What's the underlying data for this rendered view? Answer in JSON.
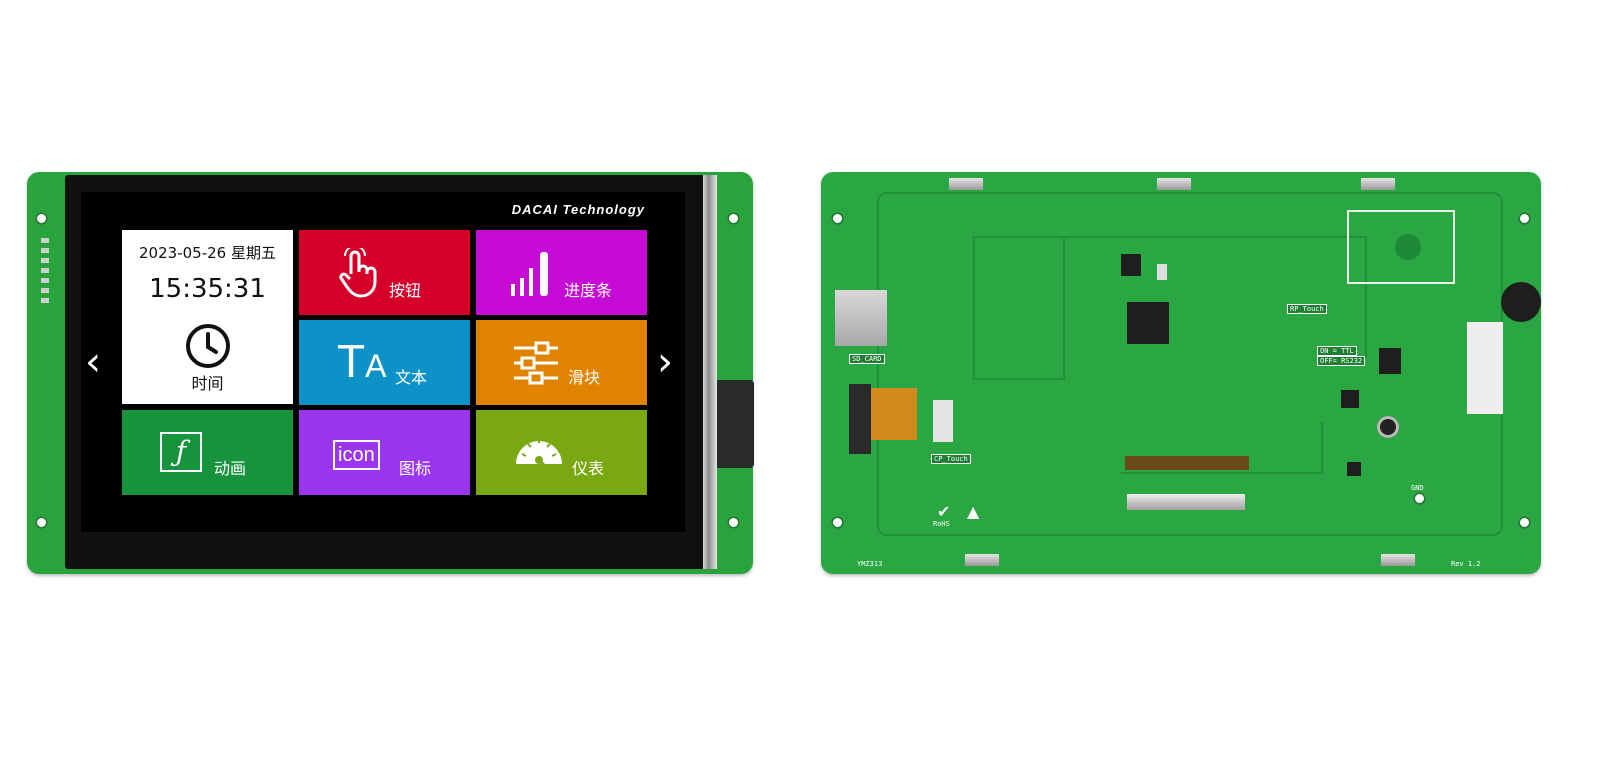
{
  "front": {
    "brand": "DACAI Technology",
    "date": "2023-05-26 星期五",
    "time": "15:35:31",
    "tiles": {
      "clock": {
        "label": "时间",
        "icon": "clock-icon"
      },
      "button": {
        "label": "按钮",
        "icon": "hand-tap-icon",
        "color": "#d4002a"
      },
      "progress": {
        "label": "进度条",
        "icon": "signal-bars-icon",
        "color": "#c60bd4"
      },
      "text": {
        "label": "文本",
        "icon": "text-ta-icon",
        "color": "#0e91c6"
      },
      "slider": {
        "label": "滑块",
        "icon": "slider-icon",
        "color": "#e08300"
      },
      "animation": {
        "label": "动画",
        "icon": "flash-icon",
        "color": "#17923d"
      },
      "icon": {
        "label": "图标",
        "icon_text": "icon",
        "color": "#9a36f0"
      },
      "gauge": {
        "label": "仪表",
        "icon": "gauge-icon",
        "color": "#7aa812"
      }
    },
    "nav": {
      "prev": "‹",
      "next": "›"
    }
  },
  "back": {
    "labels": {
      "sd_card": "SD_CARD",
      "cp_touch": "CP_Touch",
      "rp_touch": "RP_Touch",
      "on_ttl": "ON = TTL",
      "off_rs232": "OFF= RS232",
      "rohs": "RoHS",
      "rev": "Rev 1.2",
      "code": "YMZ313",
      "gnd": "GND"
    }
  }
}
